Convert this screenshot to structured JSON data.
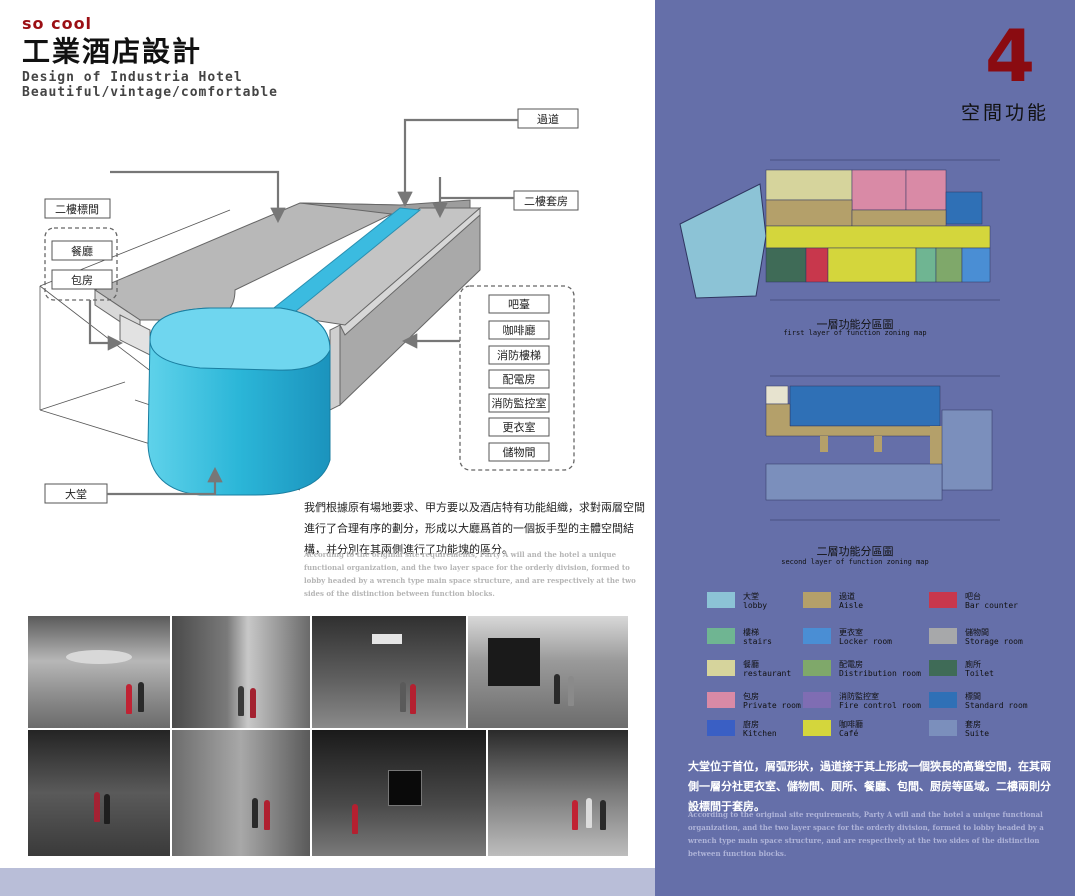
{
  "header": {
    "brand": "so cool",
    "title_cn": "工業酒店設計",
    "title_en_line1": "Design of Industria Hotel",
    "title_en_line2": "Beautiful/vintage/comfortable"
  },
  "diagram": {
    "labels": {
      "corridor": "過道",
      "standard_room_2f": "二樓標間",
      "suite_2f": "二樓套房",
      "restaurant": "餐廳",
      "private_room": "包房",
      "lobby": "大堂"
    },
    "right_group": [
      "吧臺",
      "咖啡廳",
      "消防樓梯",
      "配電房",
      "消防監控室",
      "更衣室",
      "儲物間"
    ]
  },
  "description": {
    "cn": "我們根據原有場地要求、甲方要以及酒店特有功能組織，求對兩層空間進行了合理有序的劃分，形成以大廳爲首的一個扳手型的主體空間結構，并分別在其兩側進行了功能塊的區分。",
    "en": "According to the original site requirements, Party A will and the hotel a unique functional organization, and the two layer space for the orderly division, formed to lobby headed by a wrench type main space structure, and are respectively at the two sides of the distinction between function blocks."
  },
  "section": {
    "number": "4",
    "title": "空間功能"
  },
  "plans": {
    "first_cn": "一層功能分區圖",
    "first_en": "first layer of function zoning map",
    "second_cn": "二層功能分區圖",
    "second_en": "second layer of function zoning map"
  },
  "legend": [
    {
      "cn": "大堂",
      "en": "lobby",
      "color": "#8cc3d6"
    },
    {
      "cn": "過道",
      "en": "Aisle",
      "color": "#b4a06a"
    },
    {
      "cn": "吧台",
      "en": "Bar counter",
      "color": "#c8374c"
    },
    {
      "cn": "樓梯",
      "en": "stairs",
      "color": "#6fb592"
    },
    {
      "cn": "更衣室",
      "en": "Locker room",
      "color": "#4a8ed4"
    },
    {
      "cn": "儲物間",
      "en": "Storage room",
      "color": "#a7a8aa"
    },
    {
      "cn": "餐廳",
      "en": "restaurant",
      "color": "#d6d49c"
    },
    {
      "cn": "配電房",
      "en": "Distribution room",
      "color": "#7fa86a"
    },
    {
      "cn": "廁所",
      "en": "Toilet",
      "color": "#3f6b57"
    },
    {
      "cn": "包房",
      "en": "Private room",
      "color": "#d98aa6"
    },
    {
      "cn": "消防監控室",
      "en": "Fire control room",
      "color": "#7f6db3"
    },
    {
      "cn": "標間",
      "en": "Standard room",
      "color": "#2f70b6"
    },
    {
      "cn": "廚房",
      "en": "Kitchen",
      "color": "#3a5fc4"
    },
    {
      "cn": "咖啡廳",
      "en": "Café",
      "color": "#d4d63c"
    },
    {
      "cn": "套房",
      "en": "Suite",
      "color": "#7b8fbc"
    }
  ],
  "right_description": {
    "cn": "大堂位于首位，屑弧形狀，過道接于其上形成一個狹長的高聳空間，在其兩側一層分社更衣室、儲物間、厕所、餐廳、包間、厨房等區域。二樓兩則分設標間于套房。",
    "en": "According to the original site requirements, Party A will and the hotel a unique functional organization, and the two layer space for the orderly division, formed to lobby headed by a wrench type main space structure, and are respectively at the two sides of the distinction between function blocks."
  }
}
